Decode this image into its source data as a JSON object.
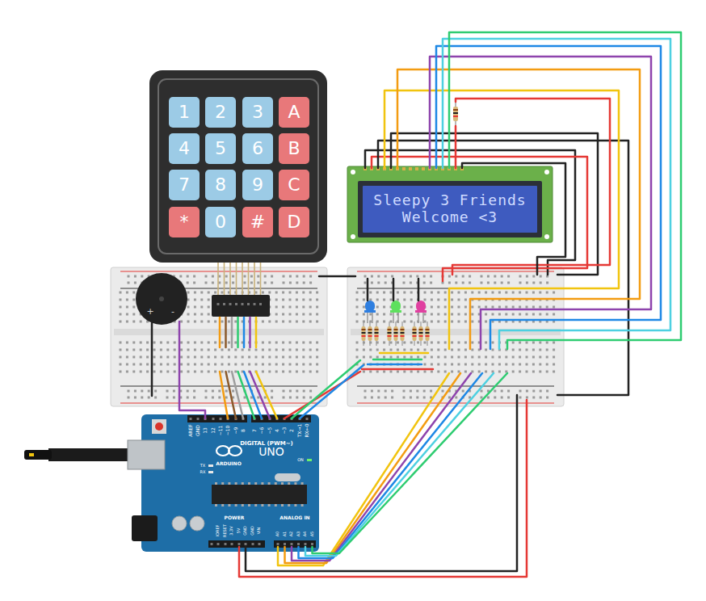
{
  "diagram": {
    "nodes": [
      {
        "text": [
          "1"
        ]
      },
      {
        "text": [
          "2"
        ]
      },
      {
        "text": [
          "3"
        ]
      },
      {
        "text": [
          "A"
        ]
      },
      {
        "text": [
          "4"
        ]
      },
      {
        "text": [
          "5"
        ]
      },
      {
        "text": [
          "6"
        ]
      },
      {
        "text": [
          "B"
        ]
      },
      {
        "text": [
          "7"
        ]
      },
      {
        "text": [
          "8"
        ]
      },
      {
        "text": [
          "9"
        ]
      },
      {
        "text": [
          "C"
        ]
      },
      {
        "text": [
          "*"
        ]
      },
      {
        "text": [
          "0"
        ]
      },
      {
        "text": [
          "#"
        ]
      },
      {
        "text": [
          "D"
        ]
      },
      {
        "text": [
          "Sleepy 3 Friends",
          "Welcome <3"
        ]
      }
    ],
    "labels": [
      "+",
      "-",
      "AREF",
      "GND",
      "13",
      "12",
      "~11",
      "~10",
      "~9",
      "8",
      "7",
      "~6",
      "~5",
      "4",
      "~3",
      "2",
      "TX→1",
      "RX←0",
      "DIGITAL (PWM~)",
      "TX",
      "RX",
      "ARDUINO",
      "UNO",
      "ON",
      "IOREF",
      "RESET",
      "3.3V",
      "5V",
      "GND",
      "GND",
      "VIN",
      "POWER",
      "ANALOG IN",
      "A0",
      "A1",
      "A2",
      "A3",
      "A4",
      "A5"
    ]
  }
}
